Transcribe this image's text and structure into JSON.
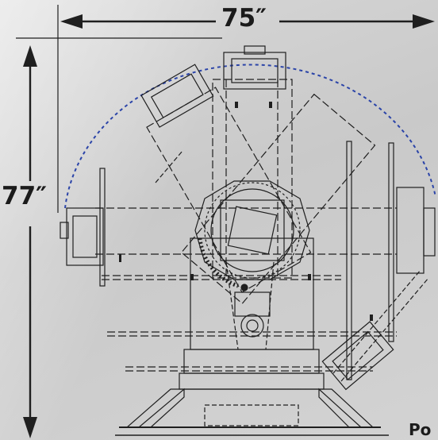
{
  "dimensions": {
    "width": "75″",
    "height": "77″"
  },
  "corner_text": "Po",
  "colors": {
    "line": "#1f1f1f",
    "arc": "#2b44a8",
    "text": "#1b1b1b"
  }
}
